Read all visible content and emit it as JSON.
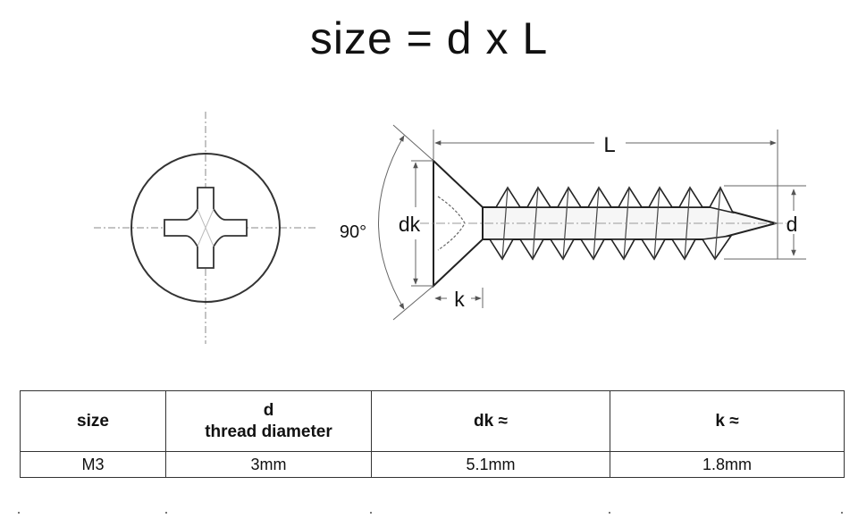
{
  "title": "size = d x L",
  "diagram": {
    "label_L": "L",
    "label_d": "d",
    "label_dk": "dk",
    "label_k": "k",
    "label_angle": "90°"
  },
  "table": {
    "headers": {
      "size": "size",
      "d_symbol": "d",
      "d_desc": "thread diameter",
      "dk": "dk ≈",
      "k": "k ≈"
    },
    "rows": [
      {
        "size": "M3",
        "d": "3mm",
        "dk": "5.1mm",
        "k": "1.8mm"
      }
    ]
  }
}
